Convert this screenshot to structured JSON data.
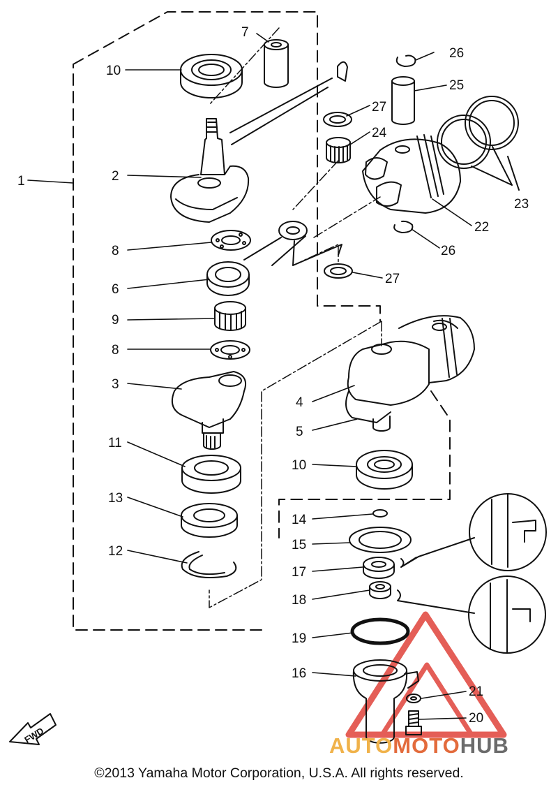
{
  "callouts": {
    "c1": "1",
    "c2": "2",
    "c3": "3",
    "c4": "4",
    "c5": "5",
    "c6": "6",
    "c7": "7",
    "c8a": "8",
    "c8b": "8",
    "c9": "9",
    "c10a": "10",
    "c10b": "10",
    "c11": "11",
    "c12": "12",
    "c13": "13",
    "c14": "14",
    "c15": "15",
    "c16": "16",
    "c17": "17",
    "c18": "18",
    "c19": "19",
    "c20": "20",
    "c21": "21",
    "c22": "22",
    "c23": "23",
    "c24": "24",
    "c25": "25",
    "c26a": "26",
    "c26b": "26",
    "c27a": "27",
    "c27b": "27"
  },
  "fwd_label": "FWD",
  "footer": "©2013 Yamaha Motor Corporation, U.S.A. All rights reserved.",
  "watermark": {
    "part1": "AUTO",
    "part2": "MOTO",
    "part3": "HUB"
  },
  "colors": {
    "ink": "#111111",
    "watermark_red": "#e0433a",
    "watermark_orange": "#f0b24a",
    "watermark_gray": "#6b6b6b"
  }
}
